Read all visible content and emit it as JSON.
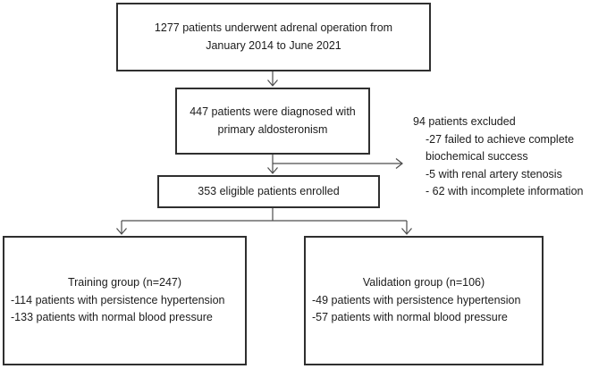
{
  "colors": {
    "border": "#2f2f2f",
    "connector": "#4d4d4d",
    "text": "#1c1c1c",
    "background": "#ffffff"
  },
  "flowchart": {
    "top_box": {
      "lines": [
        "1277 patients underwent adrenal operation from",
        "January 2014 to June 2021"
      ]
    },
    "diagnosis_box": {
      "lines": [
        "447 patients were diagnosed with",
        "primary aldosteronism"
      ]
    },
    "exclusion_note": {
      "lines": [
        "94 patients excluded",
        "-27 failed to achieve complete",
        "biochemical success",
        "-5 with renal artery stenosis",
        "- 62 with incomplete information"
      ]
    },
    "enrolled_box": {
      "label": "353 eligible patients enrolled"
    },
    "training_box": {
      "title": "Training group (n=247)",
      "items": [
        "-114 patients with persistence hypertension",
        "-133 patients with normal blood pressure"
      ]
    },
    "validation_box": {
      "title": "Validation group (n=106)",
      "items": [
        "-49 patients with persistence hypertension",
        "-57 patients with normal blood pressure"
      ]
    }
  }
}
